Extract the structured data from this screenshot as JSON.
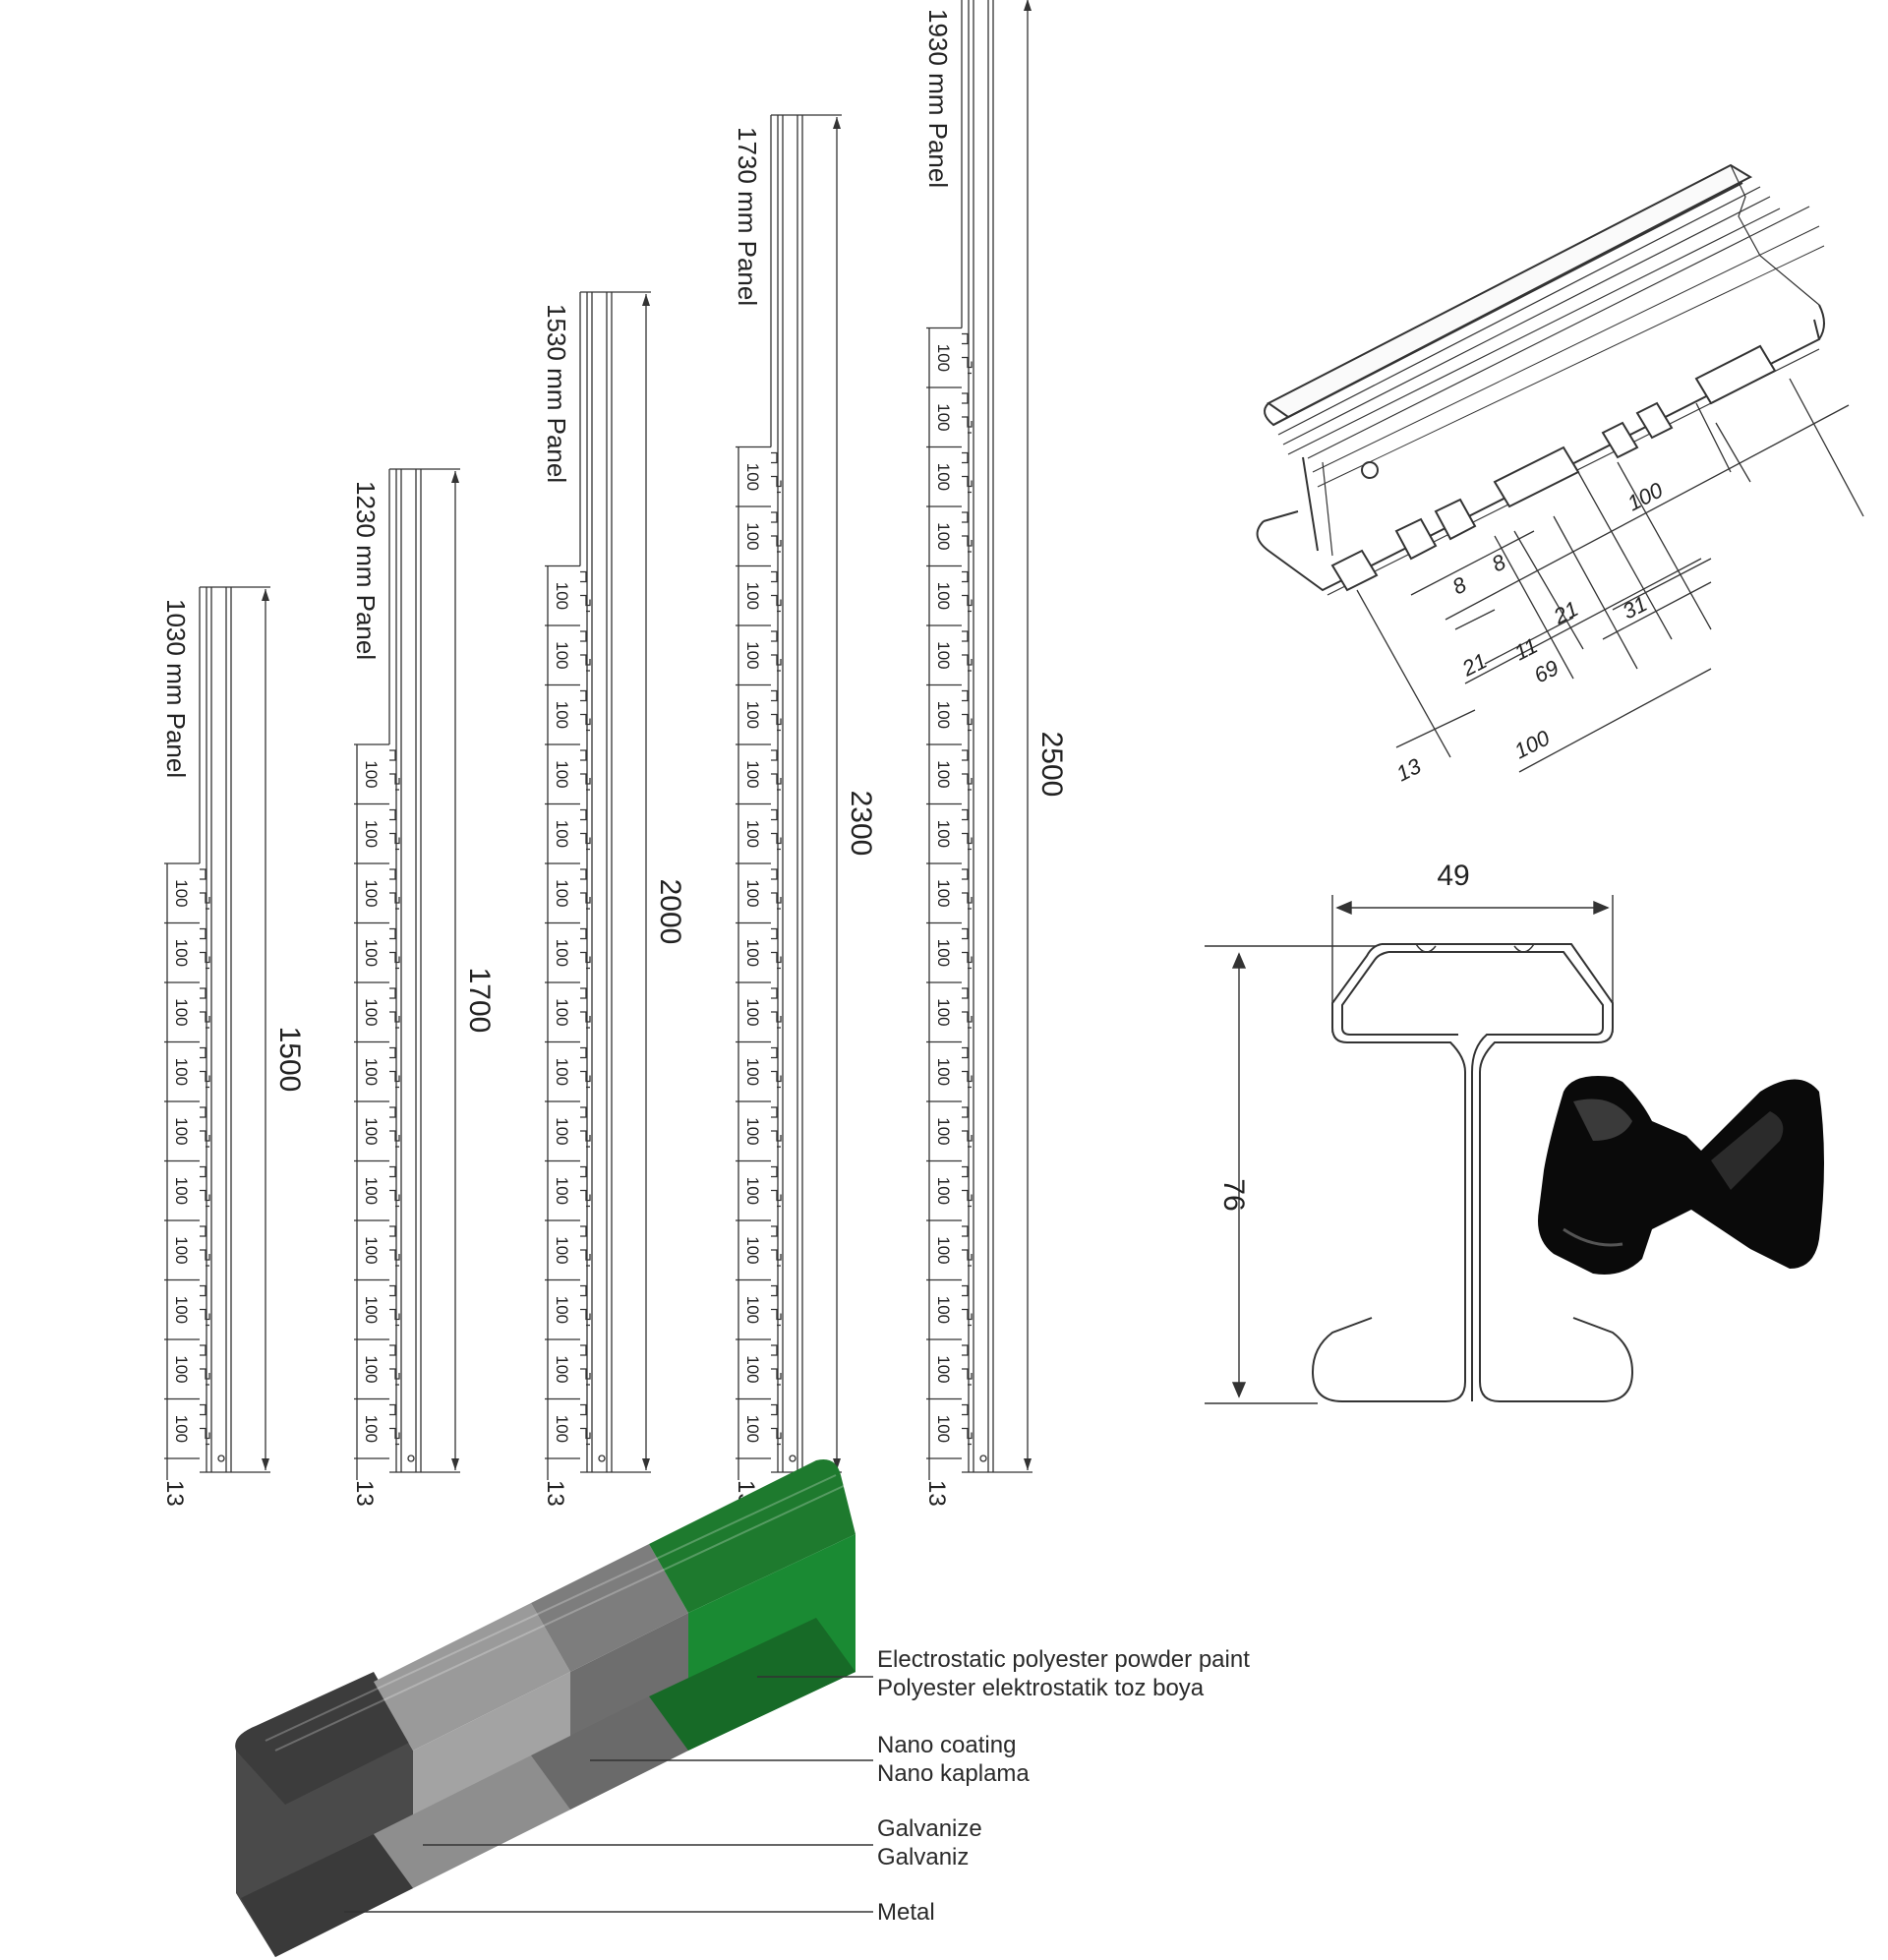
{
  "posts": [
    {
      "panel_label": "1030 mm Panel",
      "total": "1500",
      "step_label": "100",
      "bottom": "13",
      "step_count": 10
    },
    {
      "panel_label": "1230 mm Panel",
      "total": "1700",
      "step_label": "100",
      "bottom": "13",
      "step_count": 12
    },
    {
      "panel_label": "1530 mm Panel",
      "total": "2000",
      "step_label": "100",
      "bottom": "13",
      "step_count": 15
    },
    {
      "panel_label": "1730 mm Panel",
      "total": "2300",
      "step_label": "100",
      "bottom": "13",
      "step_count": 17
    },
    {
      "panel_label": "1930 mm Panel",
      "total": "2500",
      "step_label": "100",
      "bottom": "13",
      "step_count": 19
    }
  ],
  "detail": {
    "dims": {
      "a": "100",
      "b": "8",
      "c": "8",
      "d": "21",
      "e": "31",
      "f": "21",
      "g": "11",
      "h": "69",
      "i": "100",
      "j": "13"
    }
  },
  "cross_section": {
    "width": "49",
    "height": "76"
  },
  "layers": [
    {
      "en": "Electrostatic polyester powder paint",
      "tr": "Polyester elektrostatik toz boya",
      "color": "#1e7a2e"
    },
    {
      "en": "Nano coating",
      "tr": "Nano kaplama",
      "color": "#9a9a9a"
    },
    {
      "en": "Galvanize",
      "tr": "Galvaniz",
      "color": "#b3b3b3"
    },
    {
      "en": "Metal",
      "tr": "",
      "color": "#4a4a4a"
    }
  ]
}
